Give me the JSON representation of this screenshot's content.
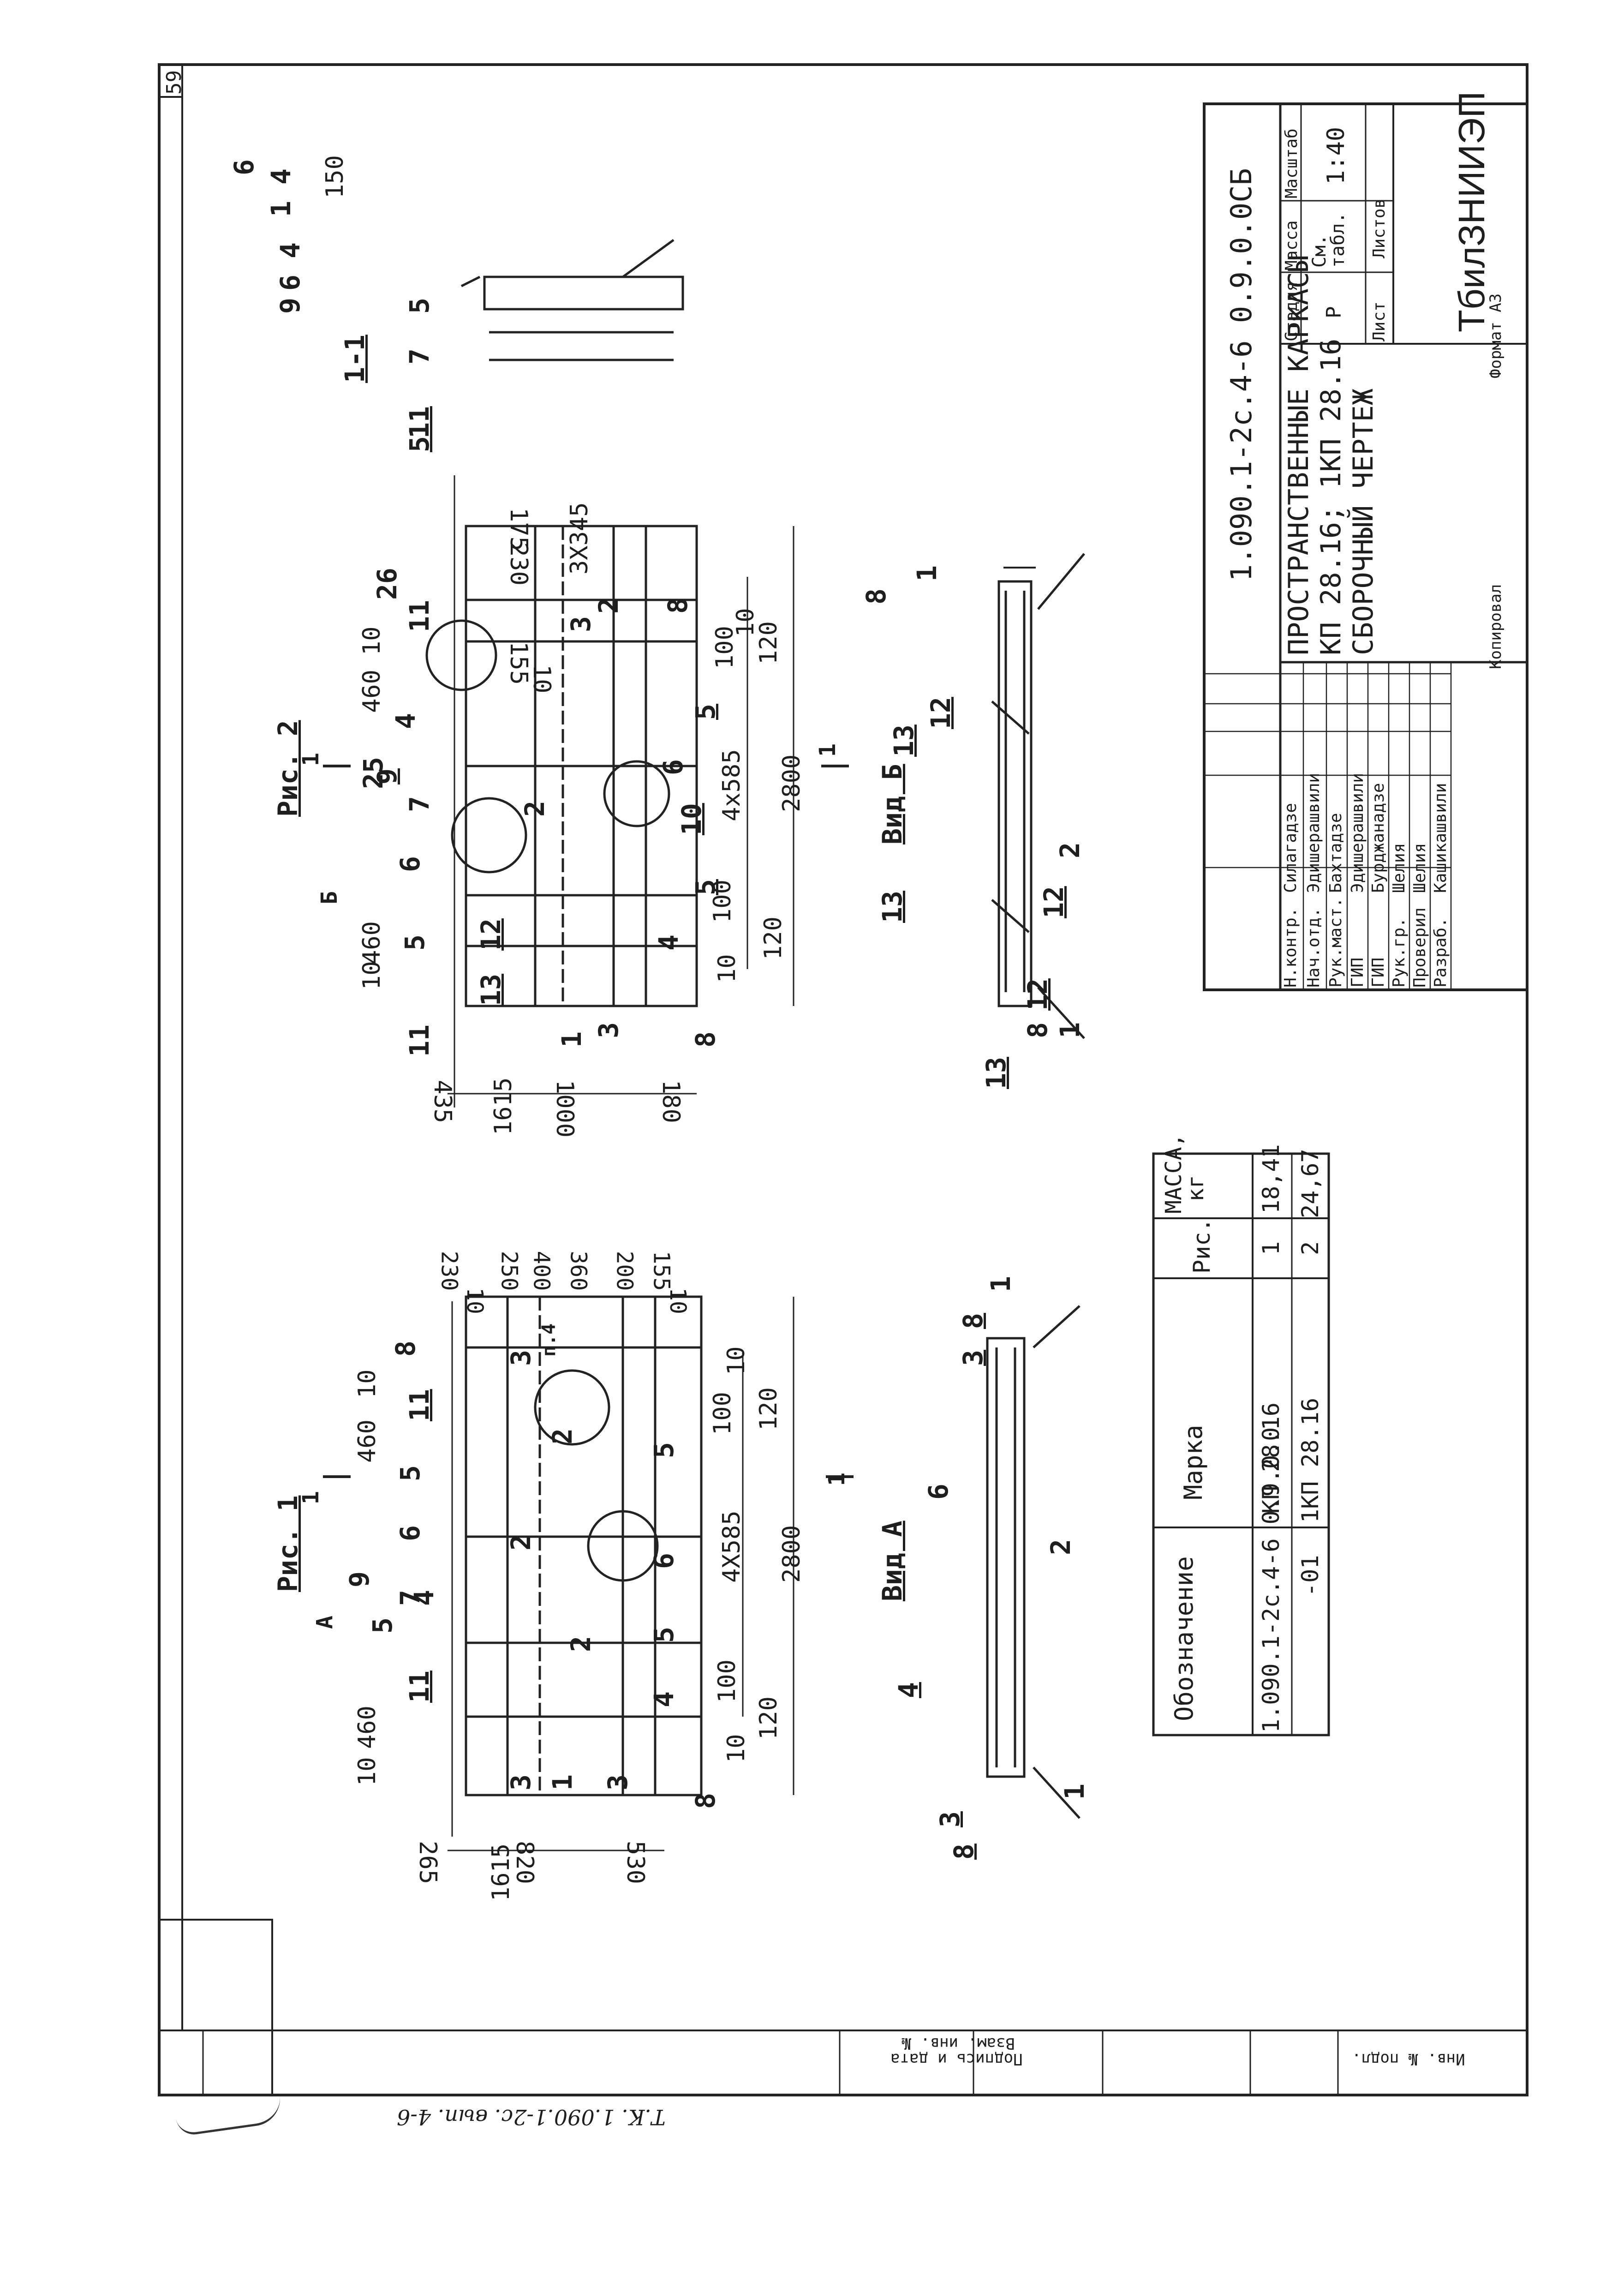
{
  "page": {
    "number": "59",
    "format_note": "Формат А3",
    "copied_note": "Копировал"
  },
  "designation": "1.090.1-2с.4-6 0.9.0.0СБ",
  "document_title": [
    "ПРОСТРАНСТВЕННЫЕ КАРКАСЫ",
    "КП 28.16;  1КП 28.16",
    "СБОРОЧНЫЙ ЧЕРТЕЖ"
  ],
  "org": "ТбилЗНИИЭП",
  "stage": {
    "headers": [
      "Стадия",
      "Масса",
      "Масштаб"
    ],
    "values": [
      "Р",
      "См. табл.",
      "1:40"
    ],
    "sheet_label": "Лист",
    "sheets_label": "Листов"
  },
  "signatures": [
    {
      "role": "Н.контр.",
      "name": "Силагадзе"
    },
    {
      "role": "Нач.отд.",
      "name": "Эдишерашвили"
    },
    {
      "role": "Рук.маст.",
      "name": "Бахтадзе"
    },
    {
      "role": "ГИП",
      "name": "Эдишерашвили"
    },
    {
      "role": "ГИП",
      "name": "Бурджанадзе"
    },
    {
      "role": "Рук.гр.",
      "name": "Шелия"
    },
    {
      "role": "Проверил",
      "name": "Шелия"
    },
    {
      "role": "Разраб.",
      "name": "Кашикашвили"
    }
  ],
  "left_strip": [
    "Взам. инв. №",
    "Подпись и дата",
    "Инв. № подл."
  ],
  "bottom_handwriting": "Т.К. 1.090.1-2с. вып. 4-6",
  "spec_table": {
    "headers": [
      "Обозначение",
      "Марка",
      "Рис.",
      "МАССА, кг"
    ],
    "rows": [
      [
        "1.090.1-2с.4-6 0.9.0.0",
        "КП 28.16",
        "1",
        "18,41"
      ],
      [
        "-01",
        "1КП 28.16",
        "2",
        "24,67"
      ]
    ]
  },
  "figures": {
    "fig1": {
      "title": "Рис. 1",
      "view_label": "Вид А",
      "section_marker": "1",
      "dims_bottom": [
        "265",
        "820",
        "530"
      ],
      "dims_bottom_total": "1615",
      "dims_left": [
        "10",
        "460",
        "100",
        "120",
        "10"
      ],
      "dims_right": [
        "10",
        "460",
        "100",
        "120",
        "10"
      ],
      "dims_length": [
        "4X585",
        "2800"
      ],
      "dims_top": [
        "10",
        "230",
        "250",
        "400",
        "360",
        "200",
        "155",
        "10"
      ],
      "callouts": [
        "1",
        "2",
        "3",
        "4",
        "5",
        "6",
        "7",
        "8",
        "9",
        "11",
        "п.4"
      ],
      "view_callouts": [
        "8",
        "3",
        "1",
        "4",
        "6",
        "2",
        "3",
        "8",
        "1"
      ],
      "view_marker": "А"
    },
    "fig2": {
      "title": "Рис. 2",
      "view_label": "Вид Б",
      "section_marker": "1",
      "dims_bottom": [
        "435",
        "1000",
        "180"
      ],
      "dims_bottom_total": "1615",
      "dims_left": [
        "10",
        "460",
        "100",
        "120",
        "10"
      ],
      "dims_right": [
        "10",
        "460",
        "100",
        "120",
        "10"
      ],
      "dims_length": [
        "4x585",
        "2800"
      ],
      "dims_top": [
        "230",
        "175",
        "3X345",
        "155",
        "10"
      ],
      "callouts": [
        "1",
        "2",
        "3",
        "4",
        "5",
        "6",
        "7",
        "8",
        "9",
        "11",
        "12",
        "13",
        "25",
        "26"
      ],
      "view_callouts": [
        "13",
        "8",
        "12",
        "1",
        "13",
        "12",
        "2",
        "13",
        "12",
        "8",
        "1"
      ],
      "view_marker": "Б"
    },
    "section": {
      "title": "1-1",
      "callouts": [
        "9",
        "6",
        "4",
        "1",
        "4",
        "6",
        "11",
        "5",
        "7",
        "5"
      ],
      "dim": "150"
    }
  }
}
